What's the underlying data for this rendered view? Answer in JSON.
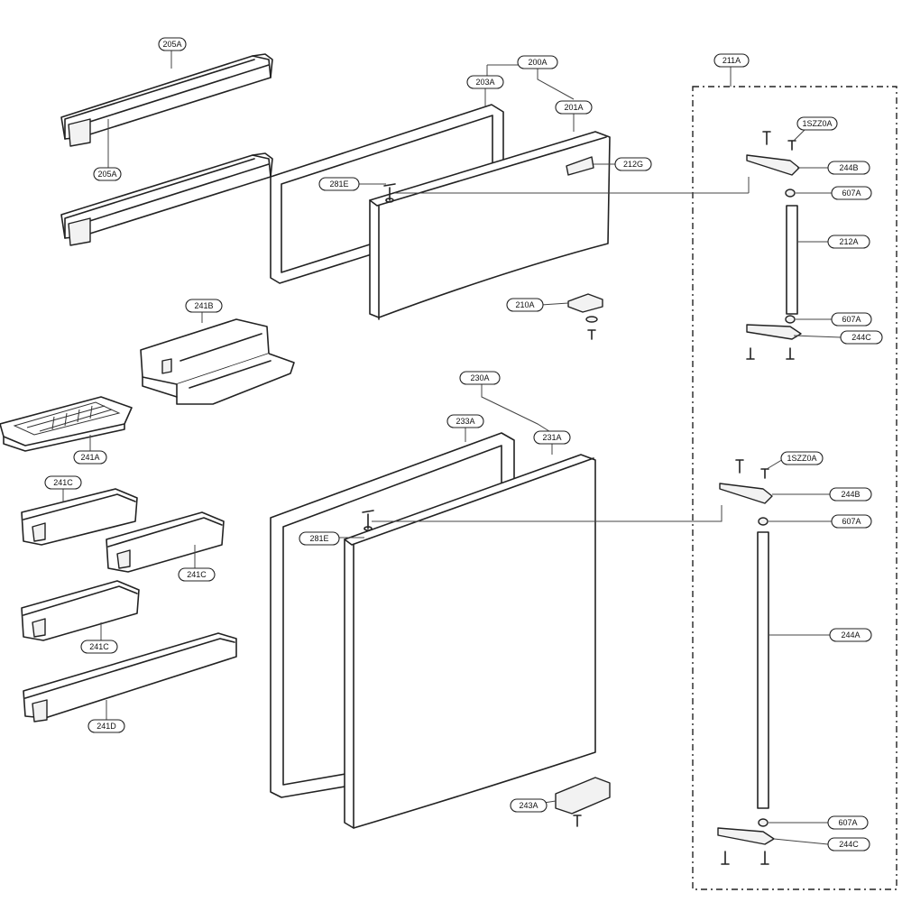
{
  "diagram": {
    "labels": {
      "shelf_top": "205A",
      "shelf_second": "205A",
      "freezer_door_assy": "200A",
      "freezer_gasket": "203A",
      "freezer_door": "201A",
      "freezer_handle": "212G",
      "freezer_pin": "281E",
      "freezer_hinge_mid": "210A",
      "egg_box": "241B",
      "egg_tray": "241A",
      "basket_1": "241C",
      "basket_2": "241C",
      "basket_3": "241C",
      "bottle_shelf": "241D",
      "fridge_door_assy": "230A",
      "fridge_gasket": "233A",
      "fridge_door": "231A",
      "fridge_pin": "281E",
      "fridge_hinge_bottom": "243A",
      "kit_upper": "211A",
      "screw_upper_1": "1SZZ0A",
      "bracket_upper_1": "244B",
      "washer_1": "607A",
      "shaft_upper": "212A",
      "washer_2": "607A",
      "bracket_lower_1": "244C",
      "screw_upper_2": "1SZZ0A",
      "bracket_upper_2": "244B",
      "washer_3": "607A",
      "shaft_long": "244A",
      "washer_4": "607A",
      "bracket_lower_2": "244C"
    }
  }
}
